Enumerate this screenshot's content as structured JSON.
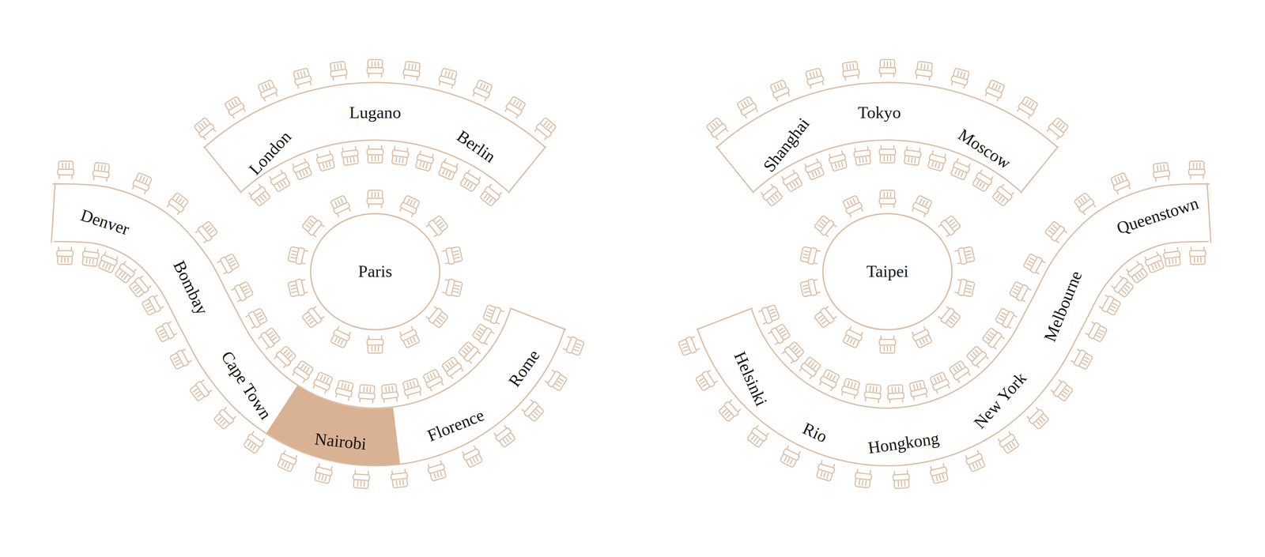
{
  "diagram": {
    "nodes": [
      {
        "text": [
          "London",
          "Lugano",
          "Berlin"
        ]
      },
      {
        "text": [
          "Paris"
        ]
      },
      {
        "text": [
          "Denver",
          "Bombay",
          "Cape Town",
          "Florence",
          "Rome"
        ]
      },
      {
        "text": [
          "Nairobi"
        ],
        "in": 2
      },
      {
        "text": [
          "Shanghai",
          "Tokyo",
          "Moscow"
        ]
      },
      {
        "text": [
          "Taipei"
        ]
      },
      {
        "text": [
          "Helsinki",
          "Rio",
          "Hongkong",
          "New York",
          "Melbourne",
          "Queenstown"
        ]
      }
    ]
  }
}
